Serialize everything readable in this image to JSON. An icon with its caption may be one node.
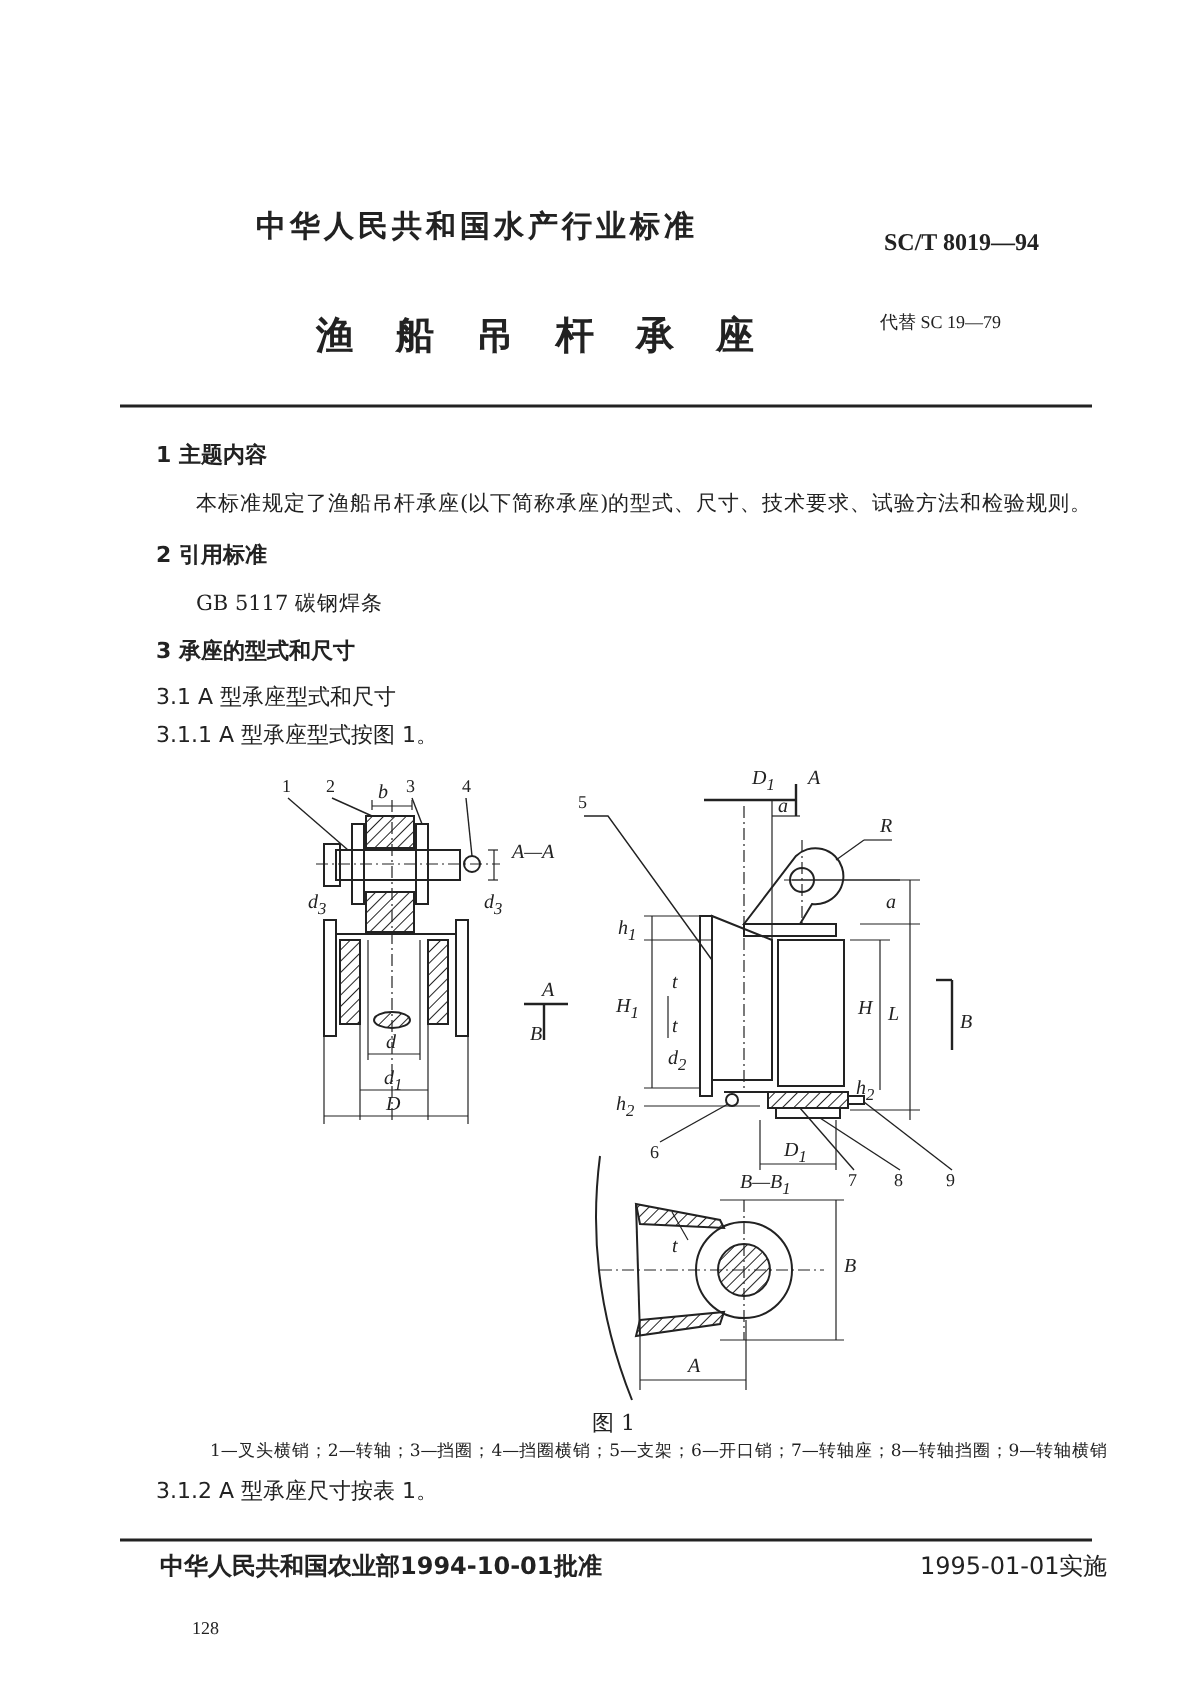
{
  "diagram": {
    "title": "渔船吊杆承座",
    "caption": "图 1",
    "nodes": [
      {
        "text": [
          "1"
        ]
      },
      {
        "text": [
          "2"
        ]
      },
      {
        "text": [
          "3"
        ]
      },
      {
        "text": [
          "4"
        ]
      },
      {
        "text": [
          "5"
        ]
      },
      {
        "text": [
          "6"
        ]
      },
      {
        "text": [
          "7"
        ]
      },
      {
        "text": [
          "8"
        ]
      },
      {
        "text": [
          "9"
        ]
      },
      {
        "text": [],
        "shape": "bar"
      },
      {
        "text": [],
        "shape": "box"
      },
      {
        "text": [],
        "shape": "box"
      },
      {
        "text": [],
        "shape": "circle"
      },
      {
        "text": [],
        "shape": "box"
      },
      {
        "text": [],
        "shape": "circle"
      },
      {
        "text": [],
        "shape": "bar"
      },
      {
        "text": [],
        "shape": "bar"
      },
      {
        "text": [],
        "shape": "bar"
      }
    ],
    "edges": [
      {
        "from": 0,
        "to": 9,
        "arrow": "none"
      },
      {
        "from": 1,
        "to": 10,
        "arrow": "none"
      },
      {
        "from": 2,
        "to": 11,
        "arrow": "none"
      },
      {
        "from": 3,
        "to": 12,
        "arrow": "none"
      },
      {
        "from": 4,
        "to": 13,
        "arrow": "none"
      },
      {
        "from": 5,
        "to": 14,
        "arrow": "none"
      },
      {
        "from": 6,
        "to": 15,
        "arrow": "none"
      },
      {
        "from": 7,
        "to": 16,
        "arrow": "none"
      },
      {
        "from": 8,
        "to": 17,
        "arrow": "none"
      }
    ],
    "labels": [
      "中华人民共和国水产行业标准",
      "SC/T 8019—94",
      "代替 SC 19—79",
      "1 主题内容",
      "本标准规定了渔船吊杆承座(以下简称承座)的型式、尺寸、技术要求、试验方法和检验规则。",
      "2 引用标准",
      "GB 5117 碳钢焊条",
      "3 承座的型式和尺寸",
      "3.1 A 型承座型式和尺寸",
      "3.1.1 A 型承座型式按图 1。",
      "b",
      "d$_{3}$",
      "d$_{3}$",
      "A—A",
      "d",
      "d$_{1}$",
      "D",
      "A",
      "B",
      "D$_{1}$",
      "A",
      "a",
      "R",
      "a",
      "h$_{1}$",
      "H$_{1}$",
      "t",
      "t",
      "H",
      "L",
      "B",
      "h$_{2}$",
      "d$_{2}$",
      "h$_{2}$",
      "D$_{1}$",
      "B—B$_{1}$",
      "t",
      "B",
      "A",
      "1—叉头横销；2—转轴；3—挡圈；4—挡圈横销；5—支架；6—开口销；7—转轴座；8—转轴挡圈；9—转轴横销",
      "3.1.2 A 型承座尺寸按表 1。",
      "中华人民共和国农业部1994-10-01批准",
      "1995-01-01实施",
      "128"
    ]
  }
}
